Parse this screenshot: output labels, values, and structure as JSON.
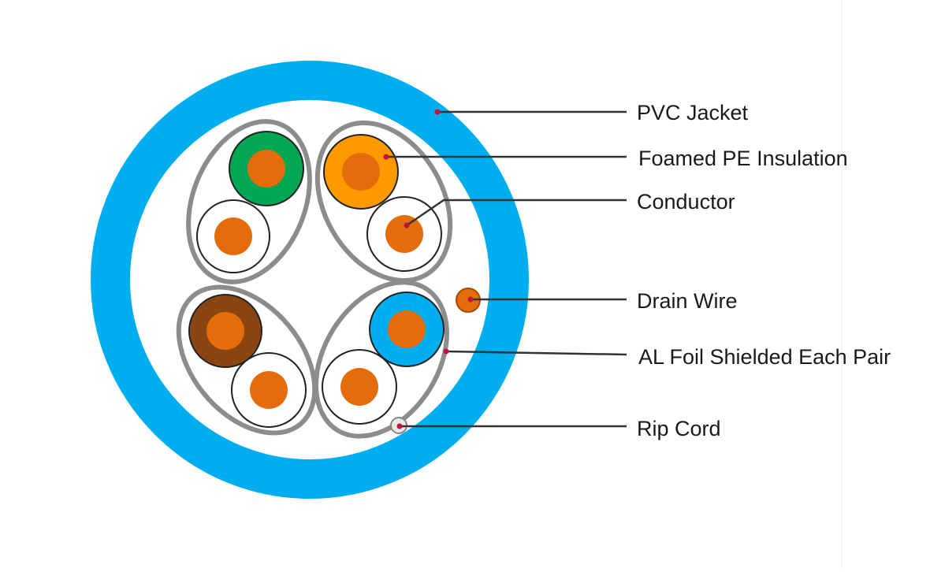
{
  "colors": {
    "jacket": "#00aeef",
    "foil": "#8c8c8c",
    "copper": "#e46c0a",
    "green": "#00a651",
    "orange": "#ff9900",
    "brown": "#8b4513",
    "blue": "#00aeef",
    "white": "#ffffff",
    "leader": "#333333",
    "dot": "#c0143c"
  },
  "labels": {
    "pvc_jacket": "PVC Jacket",
    "insulation": "Foamed PE Insulation",
    "conductor": "Conductor",
    "drain_wire": "Drain Wire",
    "foil_shield": "AL Foil Shielded Each Pair",
    "rip_cord": "Rip Cord"
  }
}
